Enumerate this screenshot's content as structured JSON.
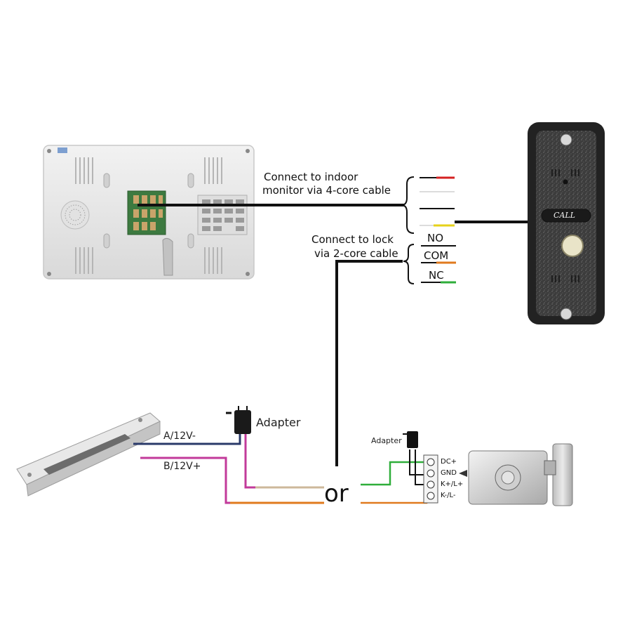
{
  "labels": {
    "monitor_line1": "Connect to indoor",
    "monitor_line2": "monitor via 4-core cable",
    "lock_line1": "Connect to lock",
    "lock_line2": "via 2-core cable",
    "terminal_no": "NO",
    "terminal_com": "COM",
    "terminal_nc": "NC",
    "adapter_large": "Adapter",
    "adapter_small": "Adapter",
    "wire_a": "A/12V-",
    "wire_b": "B/12V+",
    "or": "or",
    "call_button": "CALL",
    "lock_terminals": [
      "DC+",
      "GND",
      "K+/L+",
      "K-/L-"
    ]
  },
  "colors": {
    "cable_main": "#111111",
    "wire_red": "#d42020",
    "wire_white": "#dcdcdc",
    "wire_black": "#111111",
    "wire_yellow": "#e6d21a",
    "wire_orange": "#e07a1e",
    "wire_green": "#2fae3a",
    "wire_magenta": "#c23a9a",
    "wire_beige": "#cdb89a",
    "wire_navy": "#2a3a6a"
  }
}
